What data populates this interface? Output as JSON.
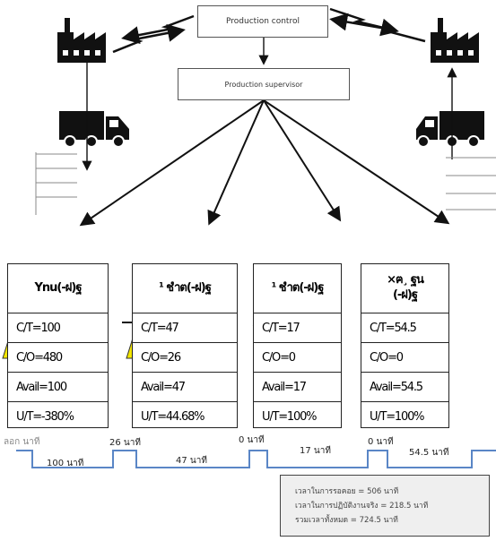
{
  "control": {
    "label": "Production control"
  },
  "supervisor": {
    "label": "Production supervisor"
  },
  "processes": [
    {
      "title": "Ynu(-ฝ)ฐ",
      "ct": "C/T=100",
      "co": "C/O=480",
      "avail": "Avail=100",
      "ut": "U/T=-380%",
      "warn": true
    },
    {
      "title": "¹ ชำต(-ฝ)ฐ",
      "ct": "C/T=47",
      "co": "C/O=26",
      "avail": "Avail=47",
      "ut": "U/T=44.68%",
      "warn": true
    },
    {
      "title": "¹ ชำต(-ฝ)ฐ",
      "ct": "C/T=17",
      "co": "C/O=0",
      "avail": "Avail=17",
      "ut": "U/T=100%",
      "warn": false
    },
    {
      "title": "×ฅ¸ ฐน\n(-ฝ)ฐ",
      "ct": "C/T=54.5",
      "co": "C/O=0",
      "avail": "Avail=54.5",
      "ut": "U/T=100%",
      "warn": false
    }
  ],
  "timeline": {
    "start_label": "ลอก นาที",
    "waits": [
      "26 นาที",
      "0 นาที",
      "0 นาที"
    ],
    "processes": [
      "100 นาที",
      "47 นาที",
      "17 นาที",
      "54.5 นาที"
    ]
  },
  "summary": {
    "wait": "เวลาในการรอคอย = 506 นาที",
    "process": "เวลาในการปฏิบัติงานจริง = 218.5 นาที",
    "total": "รวมเวลาทั้งหมด = 724.5 นาที"
  },
  "icon_names": [
    "factory-icon",
    "truck-icon",
    "arrow-icon",
    "warning-icon"
  ]
}
